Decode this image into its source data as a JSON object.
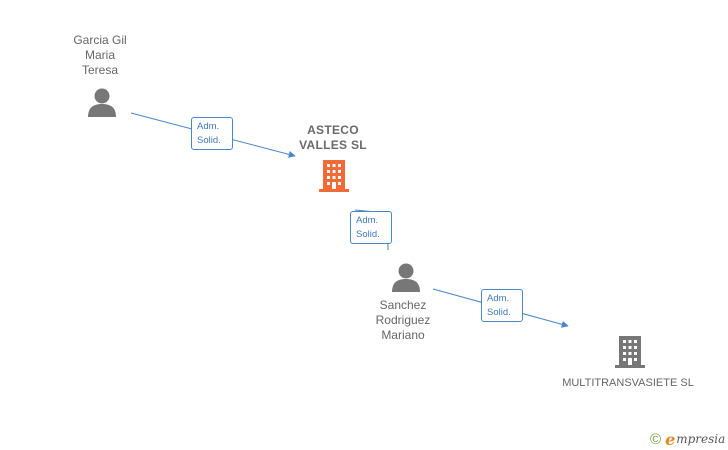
{
  "nodes": [
    {
      "id": "garcia",
      "kind": "person",
      "label": "Garcia Gil\nMaria\nTeresa",
      "color": "#777777"
    },
    {
      "id": "asteco",
      "kind": "company",
      "label": "ASTECO\nVALLES  SL",
      "color": "#f26a35"
    },
    {
      "id": "sanchez",
      "kind": "person",
      "label": "Sanchez\nRodriguez\nMariano",
      "color": "#777777"
    },
    {
      "id": "multi",
      "kind": "company",
      "label": "MULTITRANSVASIETE SL",
      "color": "#777777"
    }
  ],
  "edges": [
    {
      "from": "garcia",
      "to": "asteco",
      "label": "Adm.\nSolid."
    },
    {
      "from": "sanchez",
      "to": "asteco",
      "label": "Adm.\nSolid."
    },
    {
      "from": "sanchez",
      "to": "multi",
      "label": "Adm.\nSolid."
    }
  ],
  "colors": {
    "edge": "#4a86c8"
  },
  "brand": {
    "copyright": "©",
    "e": "e",
    "rest": "mpresia"
  }
}
